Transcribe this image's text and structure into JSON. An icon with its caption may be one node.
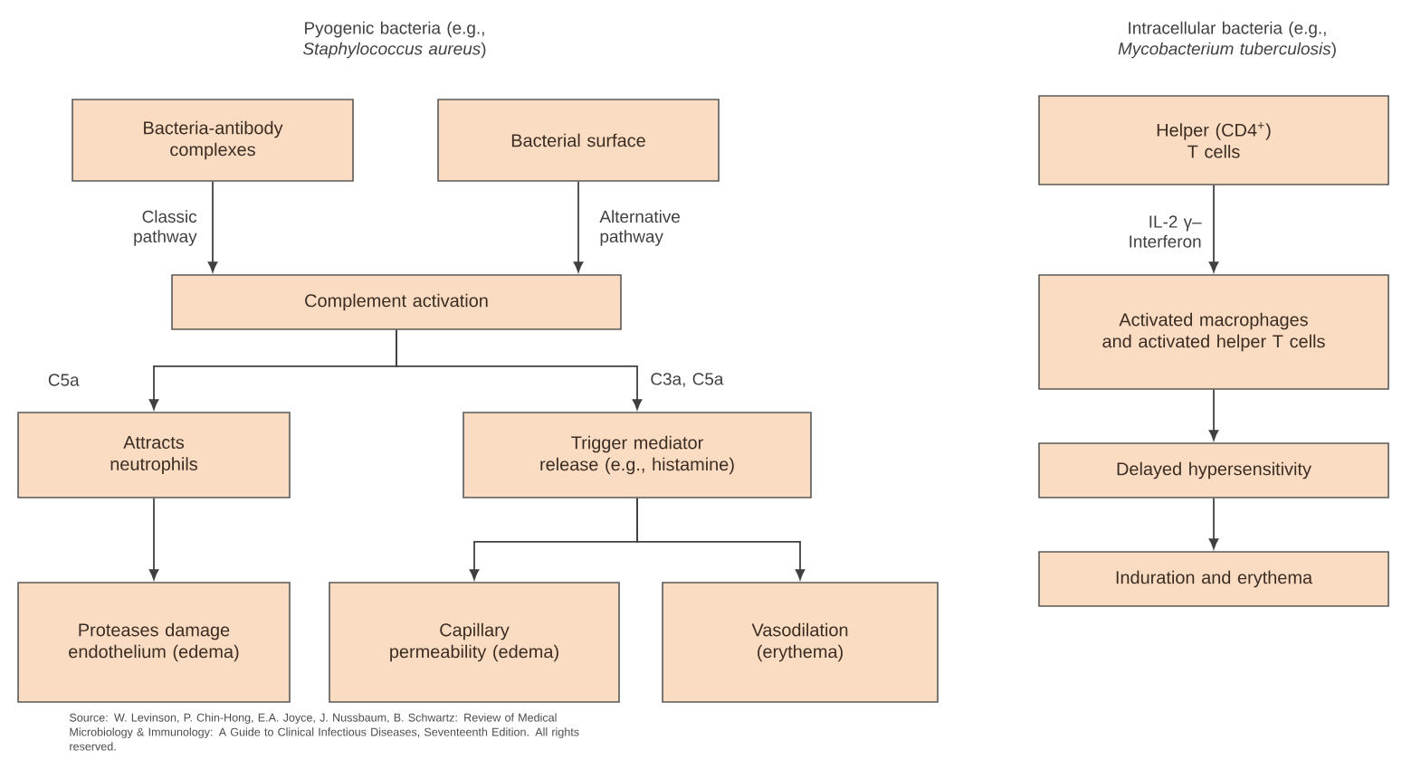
{
  "diagram": {
    "caption": "Source: W. Levinson, P. Chin-Hong, E.A. Joyce, J. Nussbaum, B. Schwartz: Review of Medical Microbiology & Immunology: A Guide to Clinical Infectious Diseases, Seventeenth Edition. All rights reserved.",
    "nodes": [
      {
        "text": [
          "Bacteria-antibody complexes"
        ]
      },
      {
        "text": [
          "Bacterial surface"
        ]
      },
      {
        "text": [
          "Complement activation"
        ]
      },
      {
        "text": [
          "Attracts neutrophils"
        ]
      },
      {
        "text": [
          "Trigger mediator release (e.g., histamine)"
        ]
      },
      {
        "text": [
          "Proteases damage endothelium (edema)"
        ]
      },
      {
        "text": [
          "Capillary permeability (edema)"
        ]
      },
      {
        "text": [
          "Vasodilation (erythema)"
        ]
      },
      {
        "text": [
          "Helper (CD4$^{+}$) T cells"
        ]
      },
      {
        "text": [
          "Activated macrophages and activated helper T cells"
        ]
      },
      {
        "text": [
          "Delayed hypersensitivity"
        ]
      },
      {
        "text": [
          "Induration and erythema"
        ]
      }
    ],
    "edges": [
      {
        "from": 0,
        "to": 2,
        "arrow": "to",
        "label": "Classic pathway"
      },
      {
        "from": 1,
        "to": 2,
        "arrow": "to",
        "label": "Alternative pathway"
      },
      {
        "from": 2,
        "to": 3,
        "arrow": "to",
        "label": "C5a"
      },
      {
        "from": 2,
        "to": 4,
        "arrow": "to",
        "label": "C3a, C5a"
      },
      {
        "from": 3,
        "to": 5,
        "arrow": "to"
      },
      {
        "from": 4,
        "to": 6,
        "arrow": "to"
      },
      {
        "from": 4,
        "to": 7,
        "arrow": "to"
      },
      {
        "from": 8,
        "to": 9,
        "arrow": "to",
        "label": "IL-2 γ–Interferon"
      },
      {
        "from": 9,
        "to": 10,
        "arrow": "to"
      },
      {
        "from": 10,
        "to": 11,
        "arrow": "to"
      }
    ],
    "labels": [
      "Pyogenic bacteria (e.g., *Staphylococcus aureus*)",
      "Intracellular bacteria (e.g., *Mycobacterium tuberculosis*)"
    ]
  }
}
